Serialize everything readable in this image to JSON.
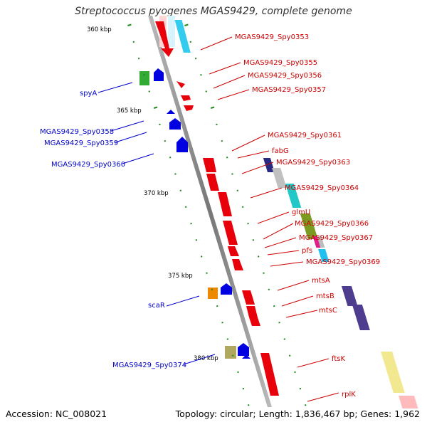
{
  "title": "Streptococcus pyogenes MGAS9429, complete genome",
  "footer": {
    "accession": "Accession: NC_008021",
    "topology": "Topology: circular; Length: 1,836,467 bp; Genes: 1,962"
  },
  "kbp_labels": [
    "360 kbp",
    "365 kbp",
    "370 kbp",
    "375 kbp",
    "380 kbp"
  ],
  "right_genes": [
    "MGAS9429_Spy0353",
    "MGAS9429_Spy0355",
    "MGAS9429_Spy0356",
    "MGAS9429_Spy0357",
    "MGAS9429_Spy0361",
    "fabG",
    "MGAS9429_Spy0363",
    "MGAS9429_Spy0364",
    "glmU",
    "MGAS9429_Spy0366",
    "MGAS9429_Spy0367",
    "pfs",
    "MGAS9429_Spy0369",
    "mtsA",
    "mtsB",
    "mtsC",
    "ftsK",
    "rplK"
  ],
  "left_genes": [
    "spyA",
    "MGAS9429_Spy0358",
    "MGAS9429_Spy0359",
    "MGAS9429_Spy0360",
    "scaR",
    "MGAS9429_Spy0374"
  ],
  "colors": {
    "forward": "#e8000a",
    "reverse": "#0000e0",
    "label_right": "#cc0000",
    "label_left": "#0000cc",
    "backbone": "#999999",
    "ticks": "#228b22"
  }
}
